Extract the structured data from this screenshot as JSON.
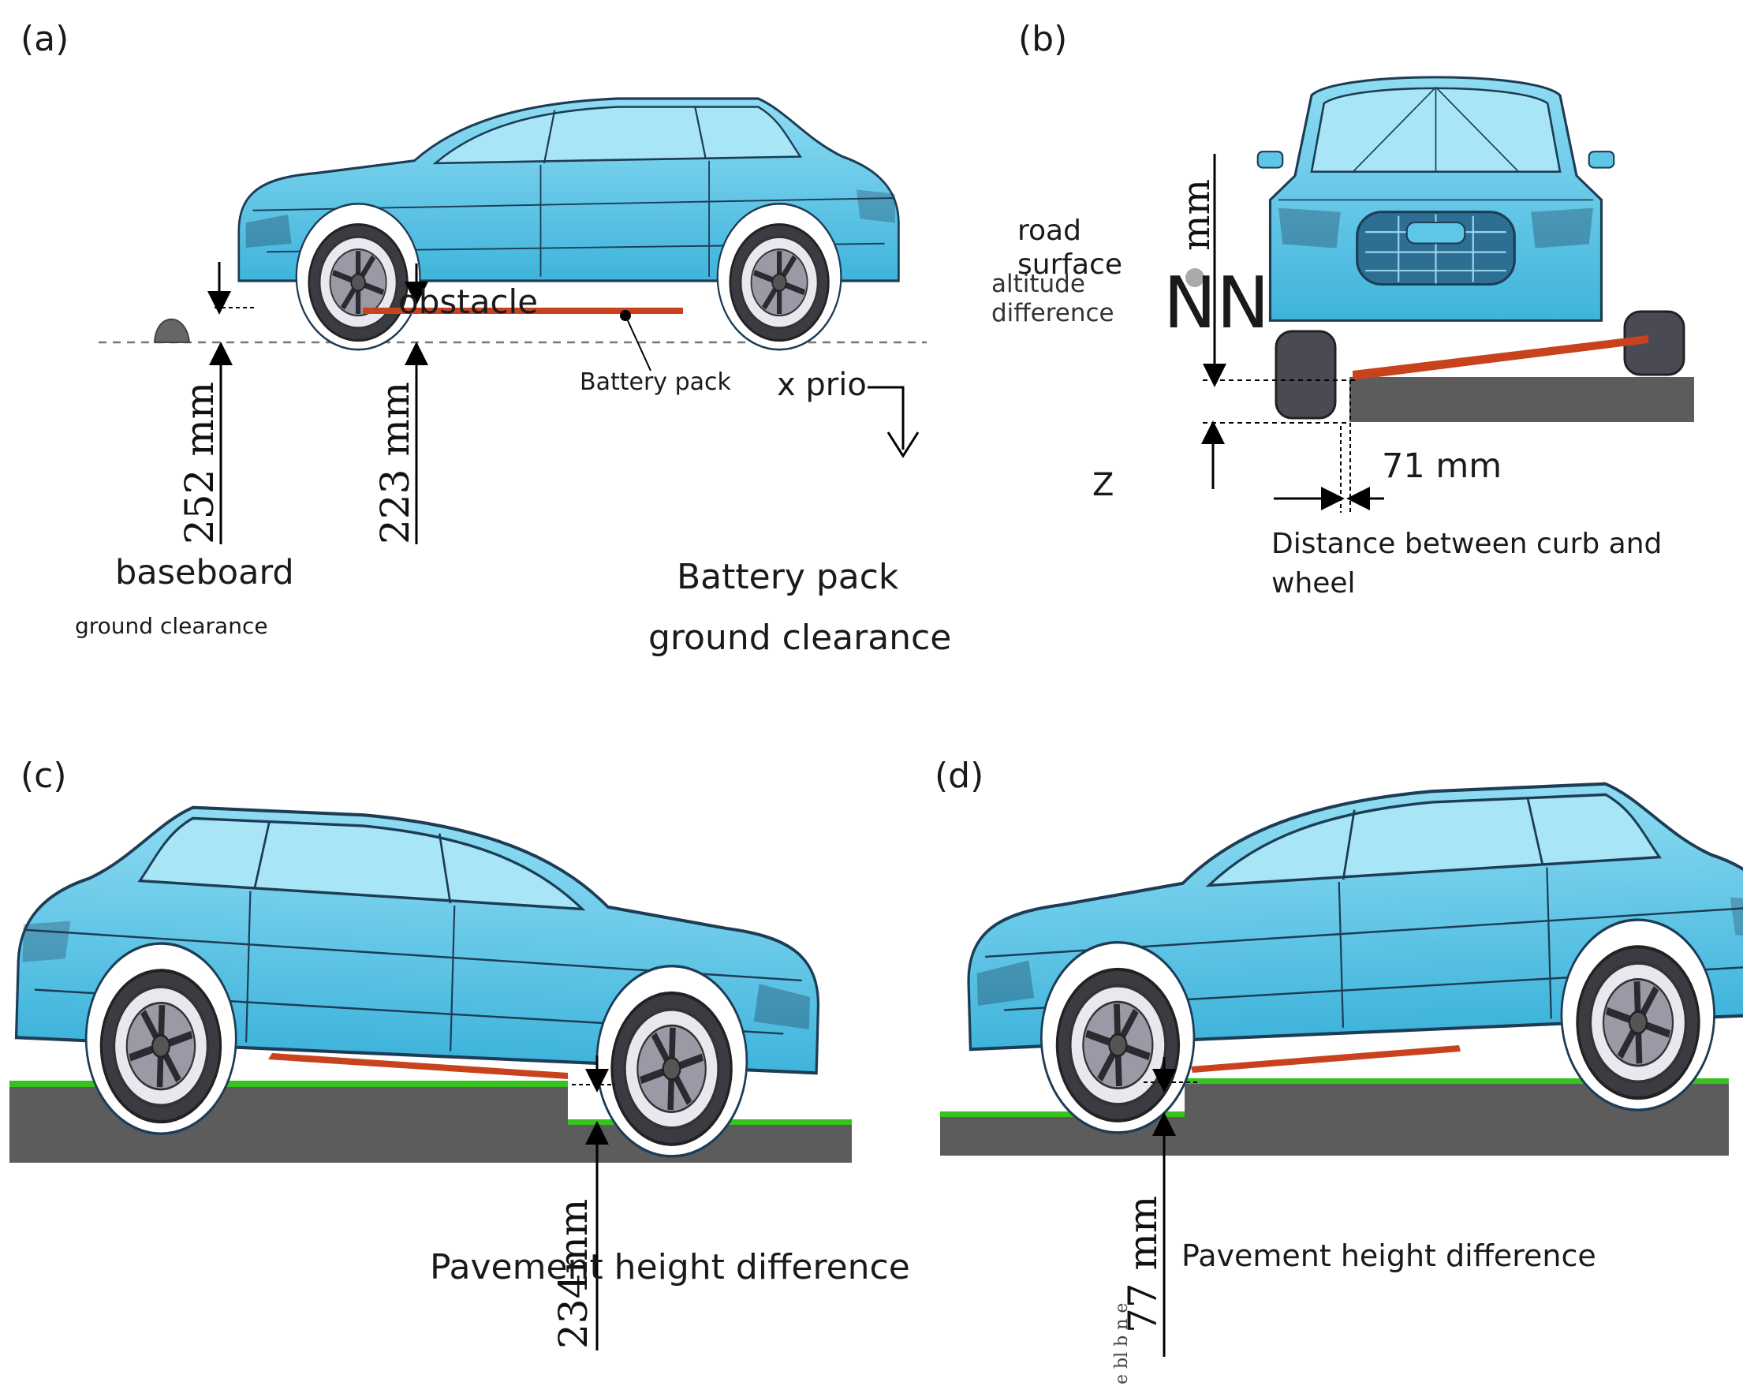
{
  "panels": {
    "a": {
      "label": "(a)",
      "obstacle": "obstacle",
      "battery_pack": "Battery pack",
      "x_direction": "x prio",
      "dim_252": "252 mm",
      "dim_223": "223 mm",
      "baseboard": "baseboard",
      "baseboard_sub": "ground clearance",
      "battery_clearance_1": "Battery pack",
      "battery_clearance_2": "ground clearance"
    },
    "b": {
      "label": "(b)",
      "road_surface_1": "road",
      "road_surface_2": "surface",
      "altitude_1": "altitude",
      "altitude_2": "difference",
      "nn": "NN",
      "mm": "mm",
      "z": "Z",
      "dim_71": "71 mm",
      "curb_1": "Distance between curb and",
      "curb_2": "wheel"
    },
    "c": {
      "label": "(c)",
      "dim_234": "234mm",
      "pavement": "Pavement height difference"
    },
    "d": {
      "label": "(d)",
      "dim_77": "77 mm",
      "pavement": "Pavement height difference",
      "vertical_garble": "e bl b n e"
    }
  },
  "colors": {
    "car_body": "#5ec6e6",
    "car_dark": "#3a9fc4",
    "outline": "#1d3c55",
    "battery": "#c8421e",
    "ground": "#5c5c5c",
    "grass": "#38c21f"
  }
}
